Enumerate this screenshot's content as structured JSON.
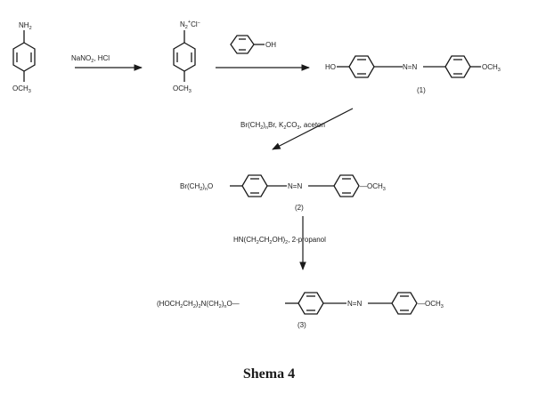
{
  "compounds": {
    "anisidine": {
      "nh2": "NH",
      "nh2_sub": "2",
      "och3": "OCH",
      "och3_sub": "3"
    },
    "diazonium": {
      "n": "N",
      "n_sub": "2",
      "charge": "+",
      "cl": "Cl",
      "cl_charge": "−",
      "och3": "OCH",
      "och3_sub": "3"
    },
    "phenol": {
      "oh": "OH"
    },
    "compound1": {
      "ho": "HO",
      "azo": "N=N",
      "och3": "OCH",
      "och3_sub": "3",
      "label": "(1)"
    },
    "compound2": {
      "br": "Br(CH",
      "br_sub": "2",
      "br_close": ")",
      "br_n": "n",
      "o": "O",
      "azo": "N=N",
      "och3": "—OCH",
      "och3_sub": "3",
      "label": "(2)"
    },
    "compound3": {
      "left": "(HOCH",
      "s1": "2",
      "mid1": "CH",
      "s2": "2",
      "mid2": ")",
      "s3": "2",
      "mid3": "N(CH",
      "s4": "2",
      "mid4": ")",
      "n": "n",
      "o": "O—",
      "azo": "N=N",
      "och3": "—OCH",
      "och3_sub": "3",
      "label": "(3)"
    }
  },
  "reagents": {
    "step1": {
      "a": "NaNO",
      "a_sub": "2",
      "b": ", HCl"
    },
    "step3": {
      "a": "Br(CH",
      "a_sub": "2",
      "b": ")",
      "n": "n",
      "c": "Br,  K",
      "c_sub": "2",
      "d": "CO",
      "d_sub": "3",
      "e": ",  aceton"
    },
    "step4": {
      "a": "HN(CH",
      "s1": "2",
      "b": "CH",
      "s2": "2",
      "c": "OH)",
      "s3": "2",
      "d": ",  2-propanol"
    }
  },
  "caption": "Shema 4"
}
